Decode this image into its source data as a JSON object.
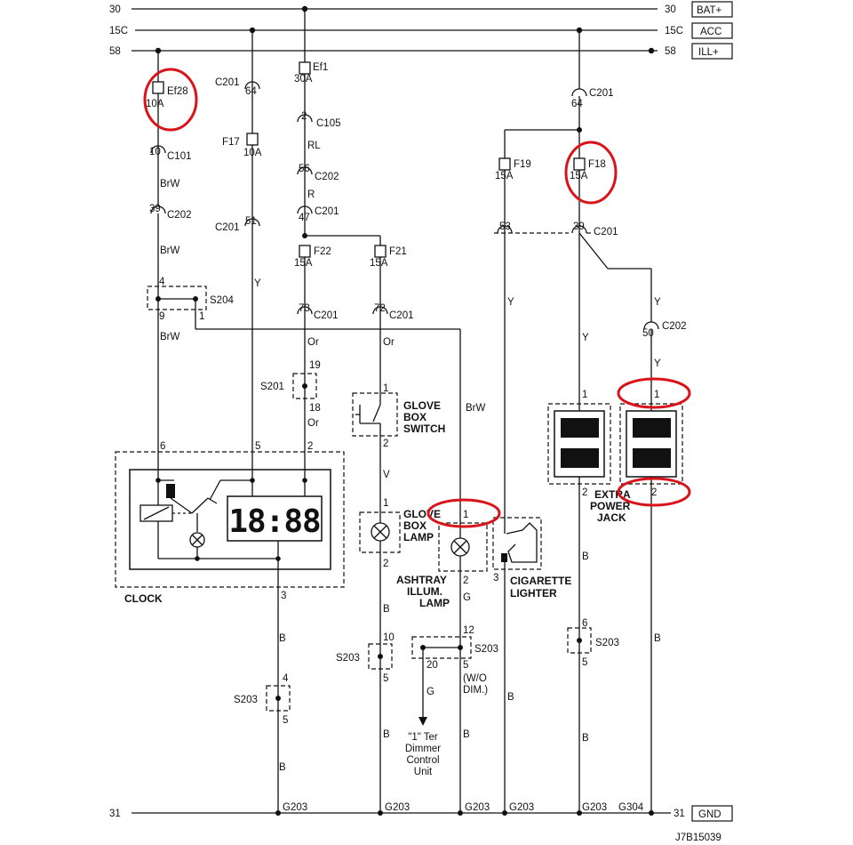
{
  "buses": {
    "b30": {
      "left": "30",
      "right": "30",
      "tag": "BAT+"
    },
    "b15": {
      "left": "15C",
      "right": "15C",
      "tag": "ACC"
    },
    "b58": {
      "left": "58",
      "right": "58",
      "tag": "ILL+"
    },
    "b31": {
      "left": "31",
      "right": "31",
      "tag": "GND"
    }
  },
  "fuses": {
    "ef28": {
      "name": "Ef28",
      "rating": "10A"
    },
    "ef1": {
      "name": "Ef1",
      "rating": "30A"
    },
    "f17": {
      "name": "F17",
      "rating": "10A"
    },
    "f22": {
      "name": "F22",
      "rating": "15A"
    },
    "f21": {
      "name": "F21",
      "rating": "15A"
    },
    "f19": {
      "name": "F19",
      "rating": "15A"
    },
    "f18": {
      "name": "F18",
      "rating": "15A"
    }
  },
  "connectors": {
    "c201": "C201",
    "c101": "C101",
    "c202": "C202",
    "c105": "C105",
    "s204": "S204",
    "s201": "S201",
    "s203": "S203"
  },
  "pins": {
    "p64a": "64",
    "p10": "10",
    "p39": "39",
    "p51": "51",
    "p2": "2",
    "p56": "56",
    "p47": "47",
    "p73": "73",
    "p72": "72",
    "p64b": "64",
    "p53": "53",
    "p39b": "39",
    "p50": "50",
    "p4": "4",
    "p9": "9",
    "p1": "1",
    "p19": "19",
    "p18": "18",
    "p6": "6",
    "p5": "5",
    "p2b": "2",
    "p1gs": "1",
    "p2gs": "2",
    "p1gl": "1",
    "p2gl": "2",
    "p1al": "1",
    "p2al": "2",
    "p3cl": "3",
    "p1pj1": "1",
    "p2pj1": "2",
    "p1pj2": "1",
    "p2pj2": "2",
    "p3clk": "3",
    "p4s": "4",
    "p5s": "5",
    "p10s": "10",
    "p5s2": "5",
    "p12s": "12",
    "p20s": "20",
    "p5wo": "5",
    "p6s": "6",
    "p5s3": "5"
  },
  "wires": {
    "brw1": "BrW",
    "brw2": "BrW",
    "brw3": "BrW",
    "brw4": "BrW",
    "y1": "Y",
    "rl": "RL",
    "r": "R",
    "or1": "Or",
    "or2": "Or",
    "or3": "Or",
    "v": "V",
    "y2": "Y",
    "y3": "Y",
    "y4": "Y",
    "y5": "Y",
    "g1": "G",
    "g2": "G",
    "b1": "B",
    "b2": "B",
    "b3": "B",
    "b4": "B",
    "b5": "B",
    "b6": "B",
    "b7": "B",
    "b8": "B",
    "b9": "B"
  },
  "components": {
    "clock": "CLOCK",
    "clock_display": "18:88",
    "glove_switch": [
      "GLOVE",
      "BOX",
      "SWITCH"
    ],
    "glove_lamp": [
      "GLOVE",
      "BOX",
      "LAMP"
    ],
    "ashtray": [
      "ASHTRAY",
      "ILLUM.",
      "LAMP"
    ],
    "lighter": [
      "CIGARETTE",
      "LIGHTER"
    ],
    "power_jack": [
      "EXTRA",
      "POWER",
      "JACK"
    ],
    "dimmer": [
      "\"1\" Ter",
      "Dimmer",
      "Control",
      "Unit"
    ],
    "wo_dim": [
      "(W/O",
      "DIM.)"
    ]
  },
  "grounds": {
    "g1": "G203",
    "g2": "G203",
    "g3": "G203",
    "g4": "G203",
    "g5": "G203",
    "g6": "G304"
  },
  "diagram_id": "J7B15039",
  "colors": {
    "wire": "#111111",
    "highlight": "#d9131a",
    "background": "#ffffff"
  }
}
